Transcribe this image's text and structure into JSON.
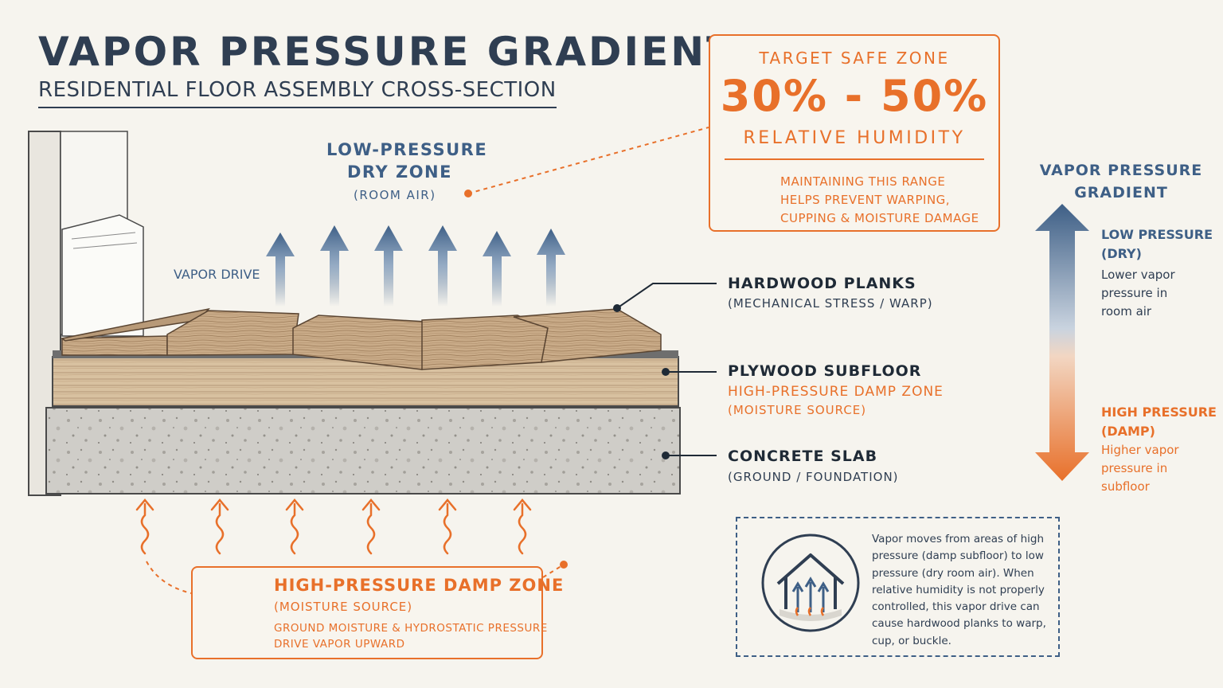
{
  "header": {
    "title": "VAPOR PRESSURE GRADIENT",
    "subtitle": "RESIDENTIAL FLOOR ASSEMBLY CROSS-SECTION"
  },
  "zones": {
    "dry_title_line1": "LOW-PRESSURE",
    "dry_title_line2": "DRY ZONE",
    "dry_sub": "(ROOM AIR)",
    "vapor_drive": "VAPOR DRIVE"
  },
  "safe_zone": {
    "heading": "TARGET SAFE ZONE",
    "range": "30% - 50%",
    "unit": "RELATIVE HUMIDITY",
    "note_line1": "MAINTAINING THIS RANGE",
    "note_line2": "HELPS PREVENT WARPING,",
    "note_line3": "CUPPING & MOISTURE DAMAGE",
    "icon": "shield-check-icon"
  },
  "layers": [
    {
      "title": "HARDWOOD PLANKS",
      "sub": "(MECHANICAL STRESS / WARP)",
      "sub2": ""
    },
    {
      "title": "PLYWOOD SUBFLOOR",
      "sub": "HIGH-PRESSURE DAMP ZONE",
      "sub2": "(MOISTURE SOURCE)"
    },
    {
      "title": "CONCRETE SLAB",
      "sub": "(GROUND / FOUNDATION)",
      "sub2": ""
    }
  ],
  "gradient": {
    "title_line1": "VAPOR PRESSURE",
    "title_line2": "GRADIENT",
    "low_label_line1": "LOW PRESSURE",
    "low_label_line2": "(DRY)",
    "low_desc_line1": "Lower vapor",
    "low_desc_line2": "pressure in",
    "low_desc_line3": "room air",
    "high_label_line1": "HIGH PRESSURE",
    "high_label_line2": "(DAMP)",
    "high_desc_line1": "Higher vapor",
    "high_desc_line2": "pressure in",
    "high_desc_line3": "subfloor"
  },
  "damp_zone": {
    "title": "HIGH-PRESSURE DAMP ZONE",
    "sub": "(MOISTURE SOURCE)",
    "note_line1": "GROUND MOISTURE & HYDROSTATIC PRESSURE",
    "note_line2": "DRIVE VAPOR UPWARD",
    "icon": "warning-triangle-icon"
  },
  "info": {
    "icon": "house-vapor-icon",
    "lines": [
      "Vapor moves from areas of high",
      "pressure (damp subfloor) to low",
      "pressure (dry room air). When",
      "relative humidity is not properly",
      "controlled, this vapor drive can",
      "cause hardwood planks to warp,",
      "cup, or buckle."
    ]
  },
  "colors": {
    "navy": "#2f3e52",
    "blue": "#3e5f86",
    "orange": "#e8702a",
    "background": "#f6f4ee"
  }
}
